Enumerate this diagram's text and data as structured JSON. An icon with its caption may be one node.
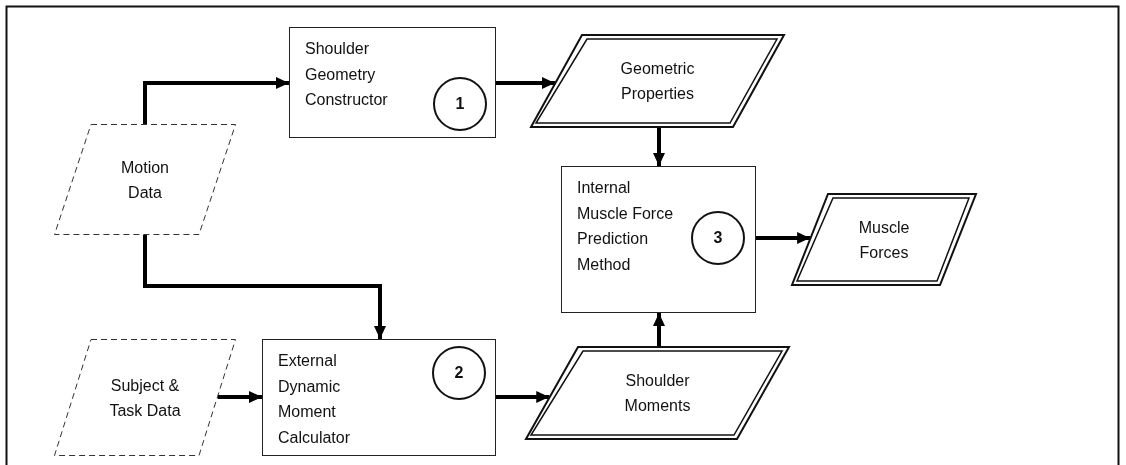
{
  "diagram": {
    "nodes": [
      {
        "text": [
          "Shoulder Geometry Constructor"
        ]
      },
      {
        "text": [
          "1"
        ],
        "in": 0
      },
      {
        "text": [
          "Geometric Properties"
        ]
      },
      {
        "text": [
          "Motion Data"
        ]
      },
      {
        "text": [
          "Internal Muscle Force Prediction Method"
        ]
      },
      {
        "text": [
          "3"
        ],
        "in": 4
      },
      {
        "text": [
          "Muscle Forces"
        ]
      },
      {
        "text": [
          "Subject & Task Data"
        ]
      },
      {
        "text": [
          "External Dynamic Moment Calculator"
        ]
      },
      {
        "text": [
          "2"
        ],
        "in": 8
      },
      {
        "text": [
          "Shoulder Moments"
        ]
      }
    ],
    "edges": [
      {
        "from": 3,
        "to": 0,
        "arrow": "to"
      },
      {
        "from": 3,
        "to": 8,
        "arrow": "to"
      },
      {
        "from": 7,
        "to": 8,
        "arrow": "to"
      },
      {
        "from": 0,
        "to": 2,
        "arrow": "to"
      },
      {
        "from": 2,
        "to": 4,
        "arrow": "to"
      },
      {
        "from": 4,
        "to": 6,
        "arrow": "to"
      },
      {
        "from": 8,
        "to": 10,
        "arrow": "to"
      },
      {
        "from": 10,
        "to": 4,
        "arrow": "to"
      }
    ]
  }
}
